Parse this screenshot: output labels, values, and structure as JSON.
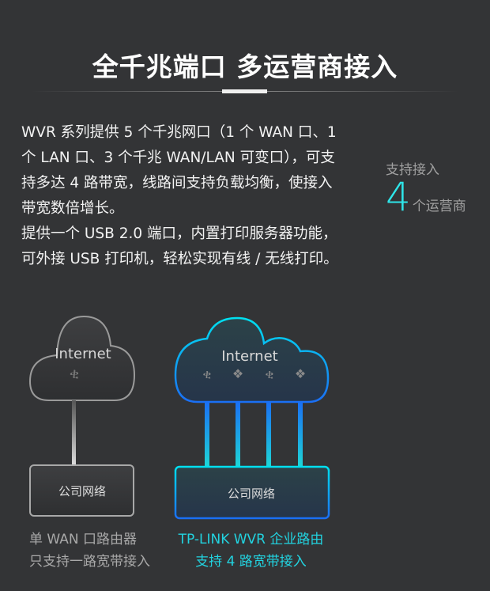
{
  "header": {
    "title": "全千兆端口  多运营商接入"
  },
  "description": {
    "lines": [
      "WVR 系列提供 5 个千兆网口（1 个 WAN 口、1",
      "个 LAN 口、3 个千兆 WAN/LAN 可变口），可支",
      "持多达 4 路带宽，线路间支持负载均衡，使接入",
      "带宽数倍增长。",
      "提供一个 USB 2.0 端口，内置打印服务器功能，",
      "可外接 USB 打印机，轻松实现有线 / 无线打印。"
    ]
  },
  "highlight": {
    "label": "支持接入",
    "number": "4",
    "unit": "个运营商"
  },
  "colors": {
    "accent": "#2ee6ea",
    "background": "#333436"
  },
  "diagram": {
    "left": {
      "cloud_label": "Internet",
      "box_label": "公司网络",
      "caption": [
        "单 WAN 口路由器",
        "只支持一路宽带接入"
      ],
      "isp_icons": [
        "china-telecom-icon"
      ]
    },
    "right": {
      "cloud_label": "Internet",
      "box_label": "公司网络",
      "caption": [
        "TP-LINK WVR 企业路由",
        "支持 4 路宽带接入"
      ],
      "isp_icons": [
        "china-telecom-icon",
        "china-unicom-icon",
        "china-telecom-icon",
        "china-unicom-icon"
      ]
    }
  }
}
